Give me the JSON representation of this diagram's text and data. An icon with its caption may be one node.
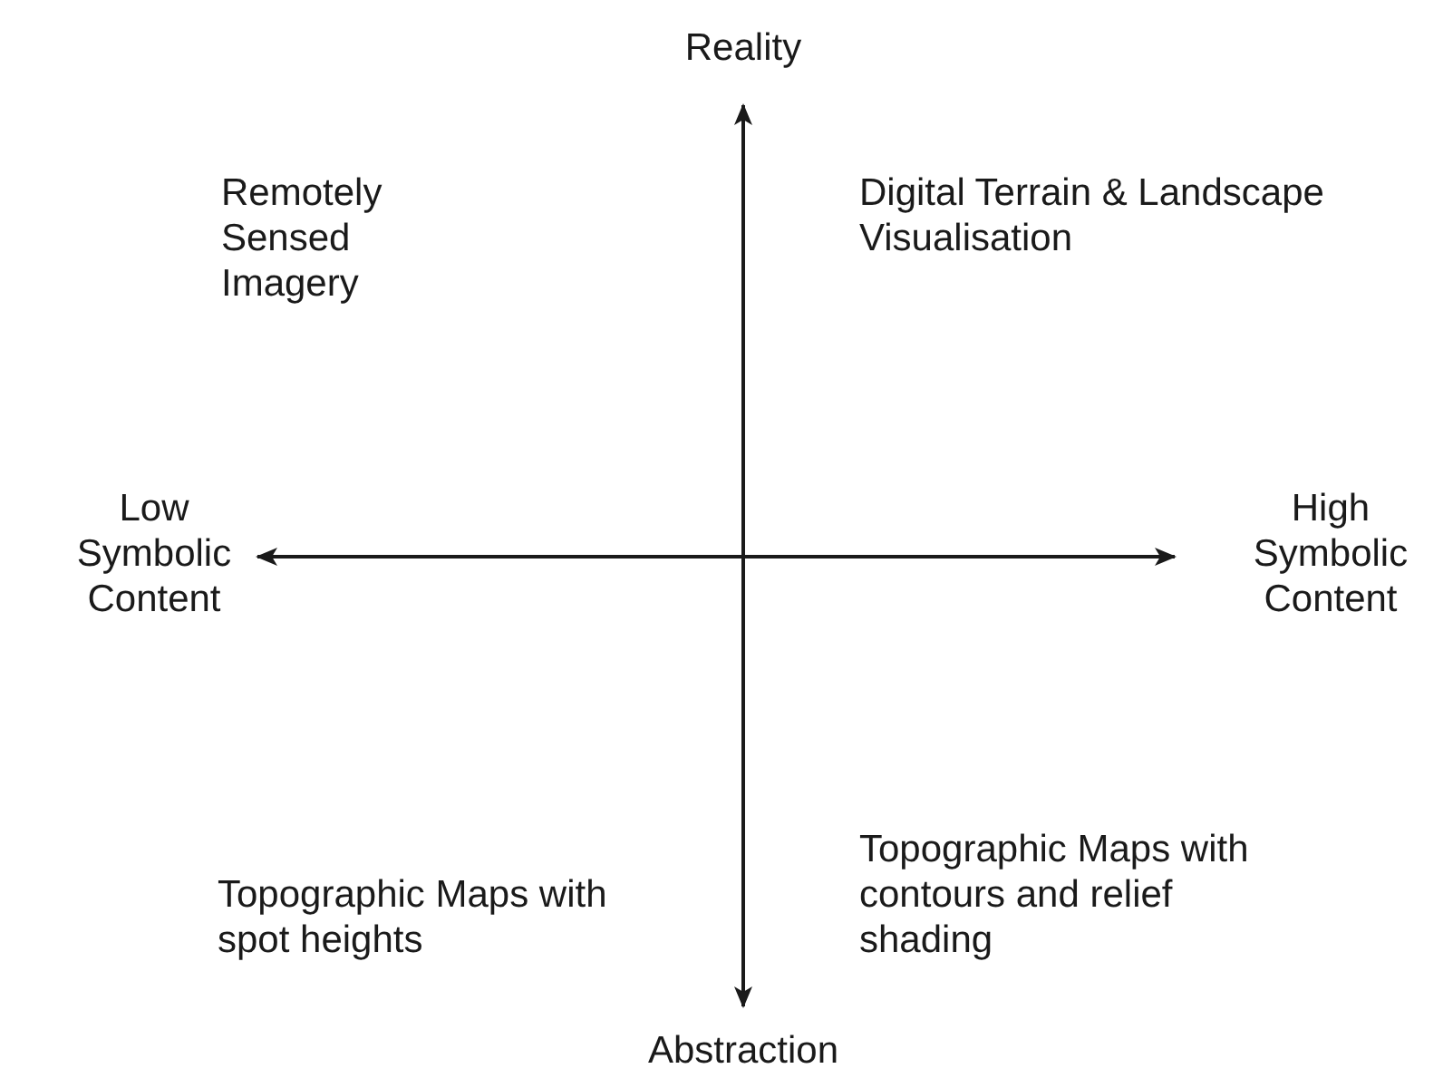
{
  "diagram": {
    "labels": [
      "Reality",
      "Remotely Sensed Imagery",
      "Digital Terrain & Landscape Visualisation",
      "Low Symbolic Content",
      "High Symbolic Content",
      "Topographic Maps with contours and relief shading",
      "Topographic Maps with spot heights",
      "Abstraction"
    ]
  }
}
